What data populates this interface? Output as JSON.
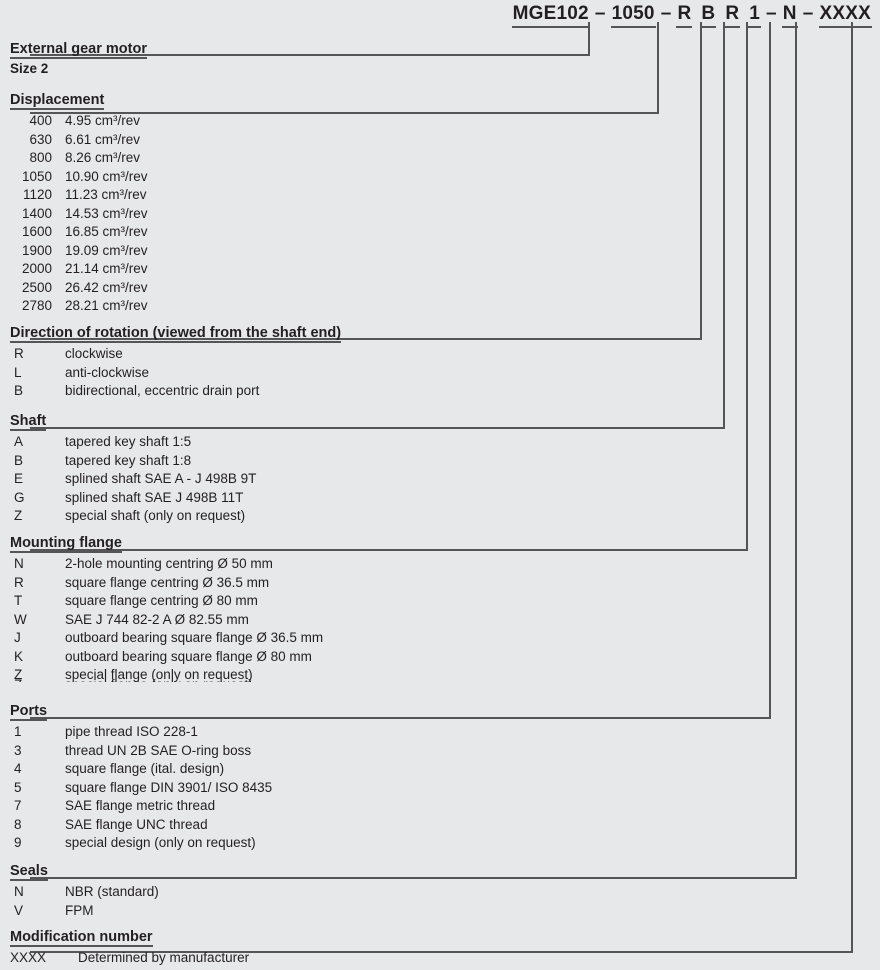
{
  "ordering_code": {
    "segments": [
      {
        "text": "MGE102",
        "underlined": true
      },
      {
        "text": "–",
        "underlined": false
      },
      {
        "text": "1050",
        "underlined": true
      },
      {
        "text": "–",
        "underlined": false
      },
      {
        "text": "R",
        "underlined": true
      },
      {
        "text": "B",
        "underlined": true
      },
      {
        "text": "R",
        "underlined": true
      },
      {
        "text": "1",
        "underlined": true
      },
      {
        "text": "–",
        "underlined": false
      },
      {
        "text": "N",
        "underlined": true
      },
      {
        "text": "–",
        "underlined": false
      },
      {
        "text": "XXXX",
        "underlined": true
      }
    ]
  },
  "sections": [
    {
      "id": "type",
      "heading": "External gear motor",
      "subheading": "Size 2",
      "rows": []
    },
    {
      "id": "displacement",
      "heading": "Displacement",
      "rows": [
        {
          "code": "400",
          "desc": "4.95 cm³/rev"
        },
        {
          "code": "630",
          "desc": "6.61 cm³/rev"
        },
        {
          "code": "800",
          "desc": "8.26 cm³/rev"
        },
        {
          "code": "1050",
          "desc": "10.90 cm³/rev"
        },
        {
          "code": "1120",
          "desc": "11.23 cm³/rev"
        },
        {
          "code": "1400",
          "desc": "14.53 cm³/rev"
        },
        {
          "code": "1600",
          "desc": "16.85 cm³/rev"
        },
        {
          "code": "1900",
          "desc": "19.09 cm³/rev"
        },
        {
          "code": "2000",
          "desc": "21.14 cm³/rev"
        },
        {
          "code": "2500",
          "desc": "26.42 cm³/rev"
        },
        {
          "code": "2780",
          "desc": "28.21 cm³/rev"
        }
      ]
    },
    {
      "id": "rotation",
      "heading": "Direction of rotation (viewed from the shaft end)",
      "rows": [
        {
          "code": "R",
          "desc": "clockwise"
        },
        {
          "code": "L",
          "desc": "anti-clockwise"
        },
        {
          "code": "B",
          "desc": "bidirectional, eccentric drain port"
        }
      ]
    },
    {
      "id": "shaft",
      "heading": "Shaft",
      "rows": [
        {
          "code": "A",
          "desc": "tapered key shaft 1:5"
        },
        {
          "code": "B",
          "desc": "tapered key shaft 1:8"
        },
        {
          "code": "E",
          "desc": "splined shaft SAE A - J 498B 9T"
        },
        {
          "code": "G",
          "desc": "splined shaft SAE J 498B 11T"
        },
        {
          "code": "Z",
          "desc": "special shaft (only on request)"
        }
      ]
    },
    {
      "id": "mounting-flange",
      "heading": "Mounting flange",
      "rows": [
        {
          "code": "N",
          "desc": "2-hole mounting centring Ø 50 mm"
        },
        {
          "code": "R",
          "desc": "square flange centring Ø 36.5 mm"
        },
        {
          "code": "T",
          "desc": "square flange centring Ø 80 mm"
        },
        {
          "code": "W",
          "desc": "SAE J 744 82-2 A Ø 82.55 mm"
        },
        {
          "code": "J",
          "desc": "outboard bearing square flange Ø 36.5 mm"
        },
        {
          "code": "K",
          "desc": "outboard bearing square flange Ø 80 mm"
        },
        {
          "code": "Z",
          "desc": "special flange (only on request)"
        }
      ],
      "clipped_row": {
        "code": "Z",
        "desc": "special flange (only on request)"
      }
    },
    {
      "id": "ports",
      "heading": "Ports",
      "rows": [
        {
          "code": "1",
          "desc": "pipe thread ISO 228-1"
        },
        {
          "code": "3",
          "desc": "thread UN 2B SAE O-ring boss"
        },
        {
          "code": "4",
          "desc": "square flange (ital. design)"
        },
        {
          "code": "5",
          "desc": "square flange DIN 3901/ ISO 8435"
        },
        {
          "code": "7",
          "desc": "SAE flange metric thread"
        },
        {
          "code": "8",
          "desc": "SAE flange UNC thread"
        },
        {
          "code": "9",
          "desc": "special design (only on request)"
        }
      ]
    },
    {
      "id": "seals",
      "heading": "Seals",
      "rows": [
        {
          "code": "N",
          "desc": "NBR (standard)"
        },
        {
          "code": "V",
          "desc": "FPM"
        }
      ]
    },
    {
      "id": "modification-number",
      "heading": "Modification number",
      "rows": [
        {
          "code": "XXXX",
          "desc": "Determined by manufacturer"
        }
      ]
    }
  ],
  "colors": {
    "background": "#e7e8ea",
    "rule": "#555558",
    "text": "#231f20"
  }
}
